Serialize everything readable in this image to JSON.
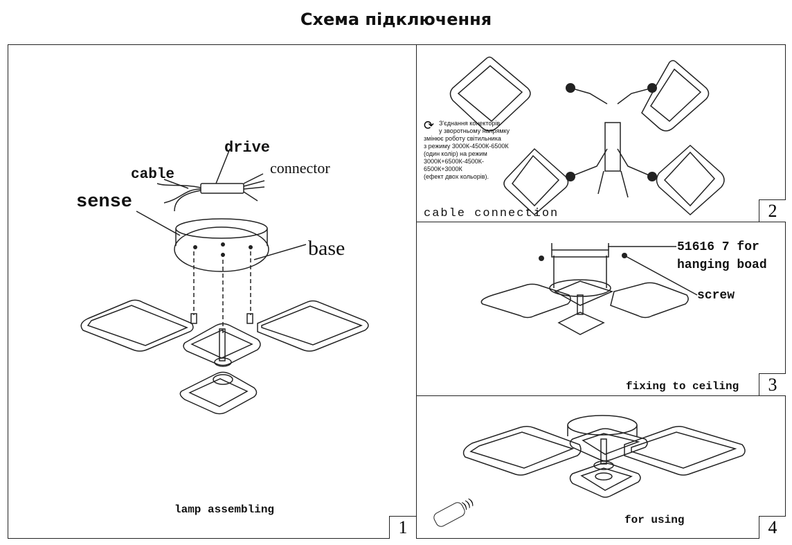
{
  "title": "Схема підключення",
  "panels": [
    {
      "number": "1",
      "caption": "lamp  assembling",
      "labels": {
        "drive": "drive",
        "cable": "cable",
        "connector": "connector",
        "sense": "sense",
        "base": "base"
      }
    },
    {
      "number": "2",
      "caption": "cable connection",
      "note": [
        "З'єднання конекторів",
        "у зворотньому напрямку",
        "змінює роботу світильника",
        "з режиму 3000К-4500К-6500К",
        "(один колір) на режим",
        "3000К+6500К-4500К-",
        "6500К+3000К",
        "(ефект двох кольорів)."
      ]
    },
    {
      "number": "3",
      "caption": "fixing to ceiling",
      "labels": {
        "board_line1": "51616 7 for",
        "board_line2": "hanging boad",
        "screw": "screw"
      }
    },
    {
      "number": "4",
      "caption": "for using"
    }
  ]
}
